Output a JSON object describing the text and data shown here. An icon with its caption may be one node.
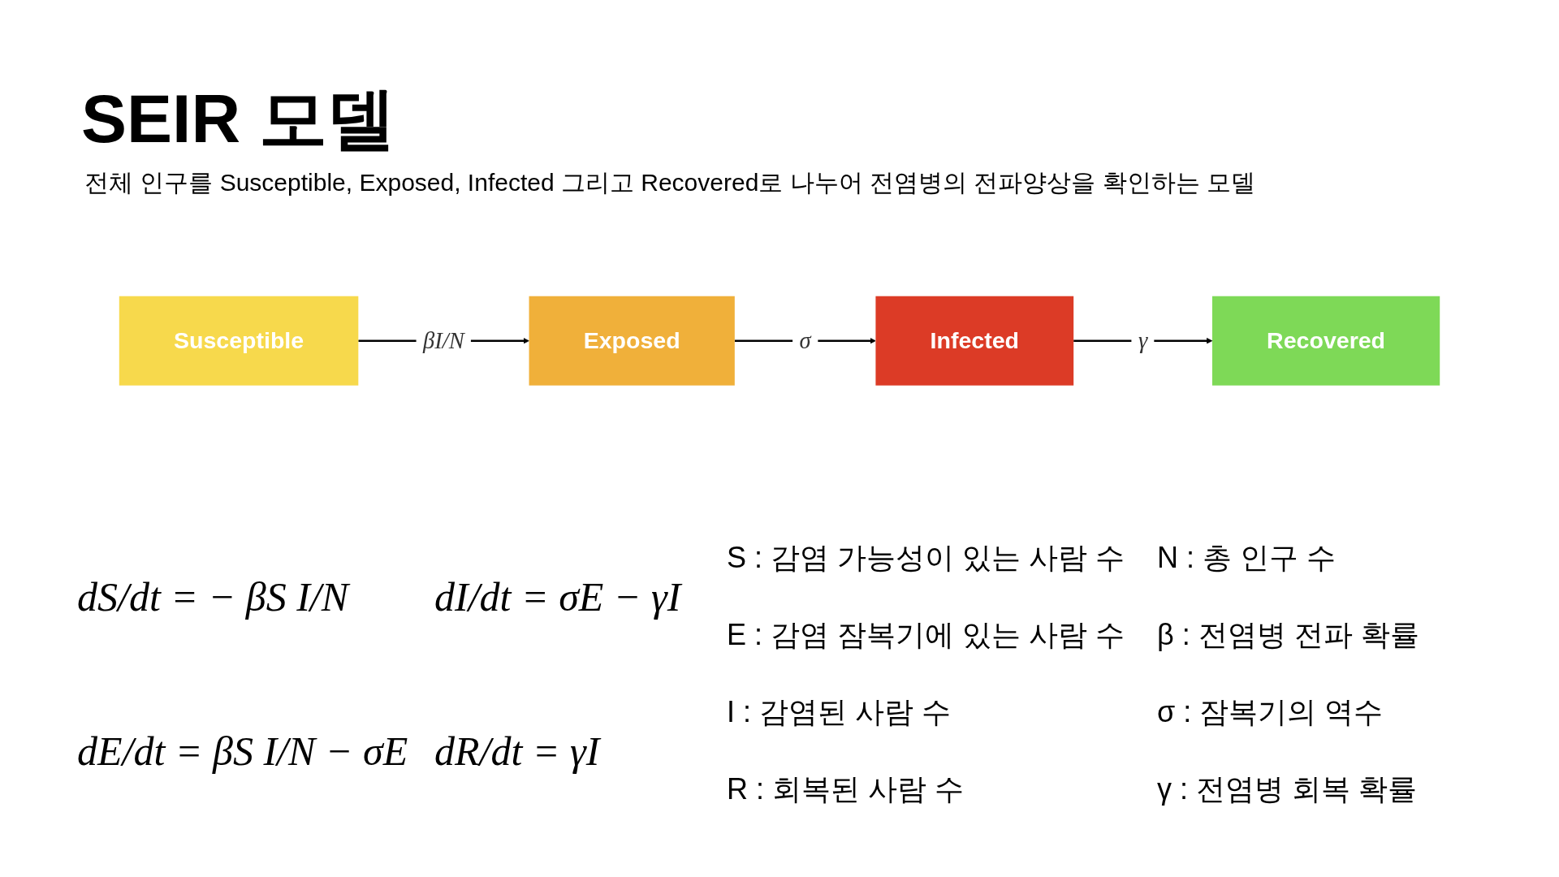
{
  "diagram": {
    "title": "SEIR 모델",
    "nodes": [
      {
        "text": [
          "Susceptible"
        ]
      },
      {
        "text": [
          "Exposed"
        ]
      },
      {
        "text": [
          "Infected"
        ]
      },
      {
        "text": [
          "Recovered"
        ]
      }
    ],
    "edges": [
      {
        "from": 0,
        "to": 1,
        "arrow": "to",
        "label": "βI/N"
      },
      {
        "from": 1,
        "to": 2,
        "arrow": "to",
        "label": "σ"
      },
      {
        "from": 2,
        "to": 3,
        "arrow": "to",
        "label": "γ"
      }
    ],
    "labels": [
      "전체 인구를 Susceptible, Exposed, Infected 그리고 Recovered로 나누어 전염병의 전파양상을 확인하는 모델",
      "dS/dt = − βS I/N",
      "dI/dt = σE − γI",
      "S : 감염 가능성이 있는 사람 수",
      "N : 총 인구 수",
      "E : 감염 잠복기에 있는 사람 수",
      "β : 전염병 전파 확률",
      "dE/dt = βS I/N − σE",
      "dR/dt = γI",
      "I : 감염된 사람 수",
      "σ : 잠복기의 역수",
      "R : 회복된 사람 수",
      "γ : 전염병 회복 확률"
    ]
  }
}
